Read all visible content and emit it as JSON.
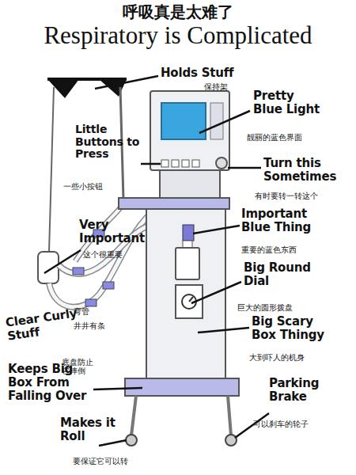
{
  "diagram": {
    "title": "Respiratory is Complicated",
    "labels": [
      "呼吸真是太难了",
      "Holds Stuff",
      "保持架",
      "Pretty Blue Light",
      "靓丽的蓝色界面",
      "Little Buttons to Press",
      "一些小按钮",
      "Turn this Sometimes",
      "有时要转一转这个",
      "Important Blue Thing",
      "重要的蓝色东西",
      "Very Important",
      "这个很重要",
      "Big Round Dial",
      "巨大的圆形拨盘",
      "Clear Curly Stuff",
      "弯管",
      "井井有条",
      "Big Scary Box Thingy",
      "大到吓人的机身",
      "Keeps Big Box From Falling Over",
      "底盘防止它摔倒",
      "Parking Brake",
      "可以刹车的轮子",
      "Makes it Roll",
      "要保证它可以转"
    ]
  }
}
